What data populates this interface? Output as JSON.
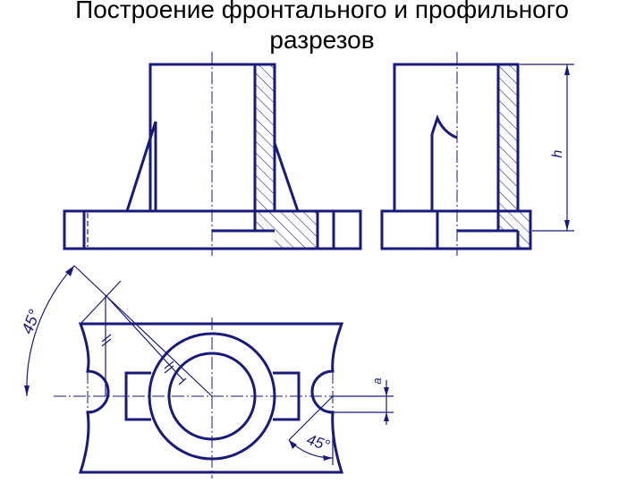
{
  "title": {
    "line1": "Построение фронтального и профильного",
    "line2": "разрезов"
  },
  "labels": {
    "height": "h",
    "angle_top": "45°",
    "angle_bottom": "45°",
    "offset": "a"
  },
  "colors": {
    "line": "#1a1a7a",
    "background": "#ffffff"
  }
}
